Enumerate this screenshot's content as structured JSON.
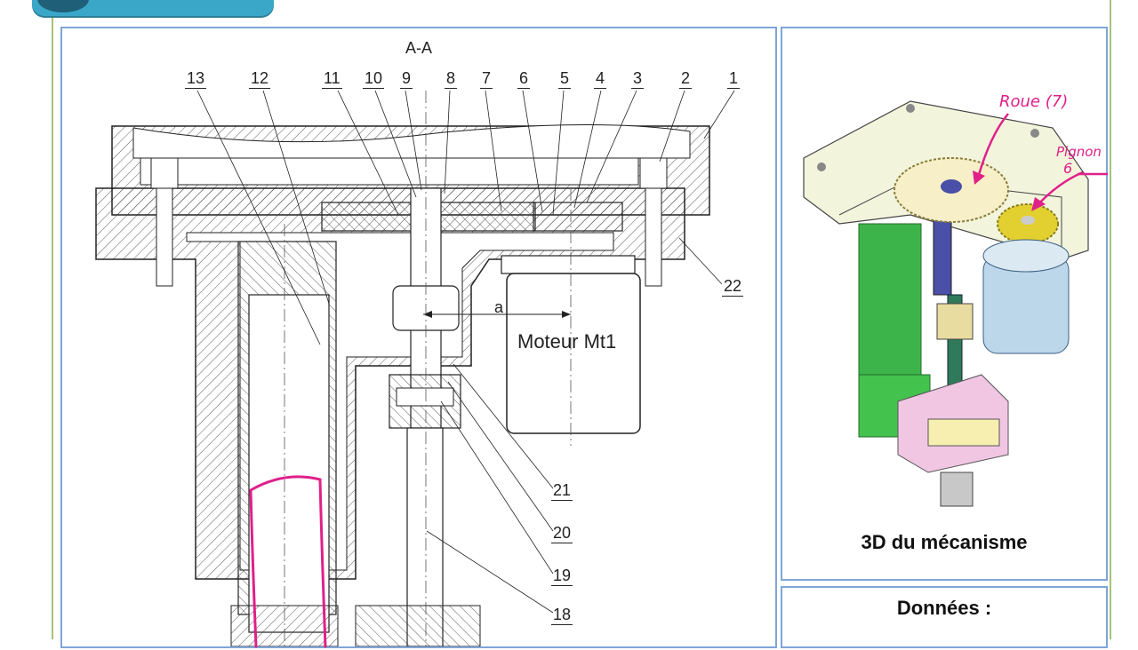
{
  "drawing": {
    "section_label": "A-A",
    "motor_label": "Moteur Mt1",
    "dimension_label": "a",
    "callouts_top": [
      "13",
      "12",
      "11",
      "10",
      "9",
      "8",
      "7",
      "6",
      "5",
      "4",
      "3",
      "2",
      "1"
    ],
    "callouts_right": [
      "22",
      "21",
      "20",
      "19",
      "18"
    ]
  },
  "view3d": {
    "caption": "3D du mécanisme",
    "annotation_roue": "Roue (7)",
    "annotation_pignon": "Pignon",
    "annotation_pignon_num": "6"
  },
  "data_panel": {
    "title": "Données :"
  },
  "colors": {
    "frame": "#a9c27a",
    "panel_border": "#7fa5d8",
    "header": "#3aa7c9",
    "annotation": "#e0208a"
  }
}
